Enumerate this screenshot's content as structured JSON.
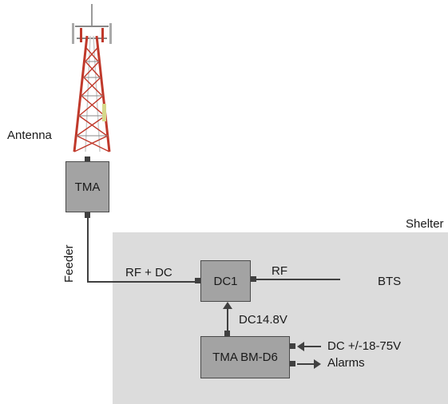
{
  "labels": {
    "antenna": "Antenna",
    "tma": "TMA",
    "shelter": "Shelter",
    "feeder": "Feeder",
    "rf_dc": "RF + DC",
    "dc1": "DC1",
    "rf": "RF",
    "bts": "BTS",
    "dc_supply": "DC14.8V",
    "tma_bm": "TMA BM-D6",
    "dc_input": "DC +/-18-75V",
    "alarms": "Alarms"
  },
  "colors": {
    "shelter_bg": "#dcdcdc",
    "box_fill": "#a3a3a3",
    "line": "#404040",
    "tower_red": "#c0392b",
    "tower_white": "#e8e8e8"
  }
}
